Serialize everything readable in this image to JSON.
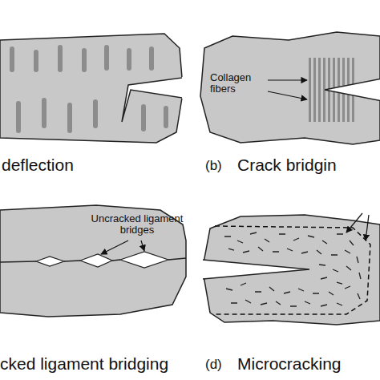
{
  "diagram": {
    "labels": [
      "deflection",
      "(b)",
      "Crack bridgin",
      "Collagen fibers",
      "Uncracked ligament bridges",
      "cked ligament bridging",
      "(d)",
      "Microcracking"
    ]
  }
}
